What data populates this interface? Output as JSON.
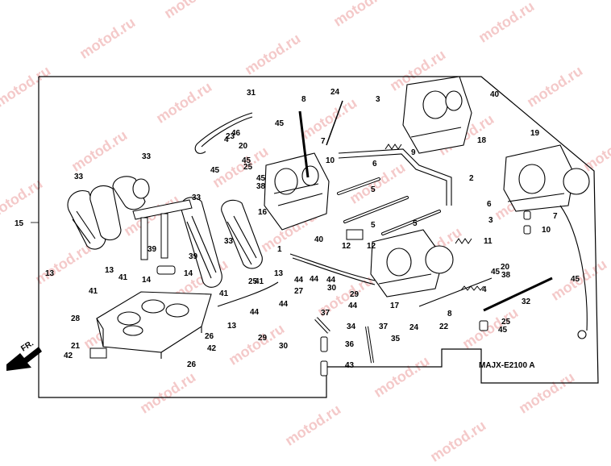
{
  "diagram": {
    "code": "MAJX-E2100 A",
    "front_label": "FR.",
    "watermark": "motod.ru",
    "callouts": [
      "1",
      "2",
      "3",
      "3",
      "4",
      "4",
      "5",
      "5",
      "5",
      "6",
      "6",
      "7",
      "7",
      "8",
      "8",
      "9",
      "10",
      "10",
      "11",
      "12",
      "12",
      "13",
      "13",
      "13",
      "13",
      "14",
      "14",
      "15",
      "16",
      "17",
      "18",
      "19",
      "20",
      "20",
      "21",
      "22",
      "23",
      "24",
      "24",
      "25",
      "25",
      "25",
      "26",
      "26",
      "27",
      "28",
      "29",
      "29",
      "30",
      "30",
      "31",
      "32",
      "33",
      "33",
      "33",
      "33",
      "34",
      "35",
      "36",
      "37",
      "37",
      "38",
      "38",
      "39",
      "39",
      "40",
      "40",
      "41",
      "41",
      "41",
      "41",
      "42",
      "42",
      "43",
      "44",
      "44",
      "44",
      "44",
      "44",
      "44",
      "45",
      "45",
      "45",
      "45",
      "45",
      "45",
      "45",
      "46"
    ]
  }
}
